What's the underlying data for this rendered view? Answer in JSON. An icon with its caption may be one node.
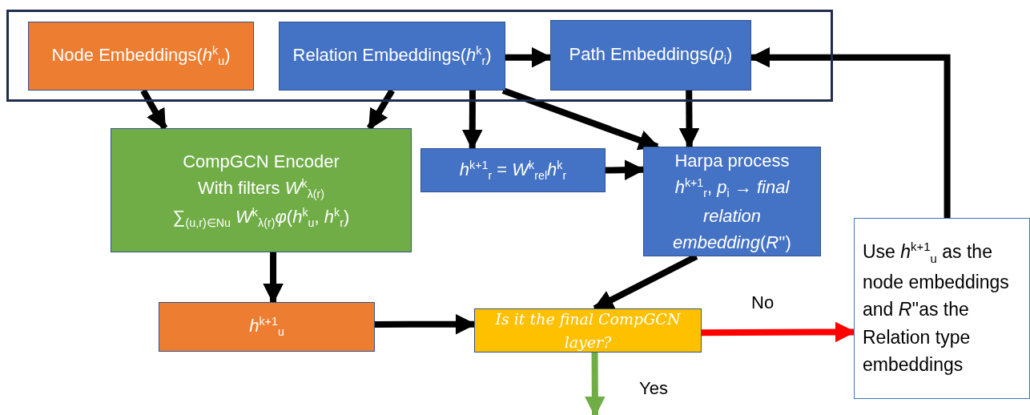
{
  "diagram": {
    "nodes": [
      {
        "text": [],
        "shape": "box"
      },
      {
        "text": [
          "Node Embeddings(*h*$^{k}$$_{u}$)"
        ],
        "in": 0
      },
      {
        "text": [
          "Relation Embeddings(*h*$^{k}$$_{r}$)"
        ],
        "in": 0
      },
      {
        "text": [
          "Path Embeddings(*p*$_{i}$)"
        ],
        "in": 0
      },
      {
        "text": [
          "CompGCN Encoder",
          "With filters *W*$^{k}$$_{λ(r)}$",
          "∑$_{(u,r)∈Nu}$ *W*$^{k}$$_{λ(r)}$*φ*(*h*$^{k}$$_{u}$, *h*$^{k}$$_{r}$)"
        ]
      },
      {
        "text": [
          "*h*$^{k+1}$$_{r}$ = *W*$^{k}$$_{rel}$*h*$^{k}$$_{r}$"
        ]
      },
      {
        "text": [
          "Harpa process",
          "*h*$^{k+1}$$_{r}$, *p*$_{i}$ → *final relation embedding*(*R*'')"
        ]
      },
      {
        "text": [
          "*h*$^{k+1}$$_{u}$"
        ]
      },
      {
        "text": [
          "Is it the final CompGCN layer?"
        ]
      },
      {
        "text": [
          "Use *h*$^{k+1}$$_{u}$ as the node embeddings and *R*''as the Relation type embeddings"
        ]
      }
    ],
    "edges": [
      {
        "from": 1,
        "to": 4,
        "arrow": "to"
      },
      {
        "from": 2,
        "to": 4,
        "arrow": "to"
      },
      {
        "from": 2,
        "to": 3,
        "arrow": "to"
      },
      {
        "from": 2,
        "to": 5,
        "arrow": "to"
      },
      {
        "from": 2,
        "to": 6,
        "arrow": "to"
      },
      {
        "from": 3,
        "to": 6,
        "arrow": "to"
      },
      {
        "from": 5,
        "to": 6,
        "arrow": "to"
      },
      {
        "from": 4,
        "to": 7,
        "arrow": "to"
      },
      {
        "from": 6,
        "to": 8,
        "arrow": "to"
      },
      {
        "from": 7,
        "to": 8,
        "arrow": "to"
      },
      {
        "from": 8,
        "to": 9,
        "arrow": "to",
        "label": "No",
        "color": "#ff0000"
      },
      {
        "from": 8,
        "to": null,
        "arrow": "to",
        "label": "Yes",
        "color": "#70ad47"
      },
      {
        "from": 9,
        "to": 3,
        "arrow": "to"
      }
    ]
  }
}
